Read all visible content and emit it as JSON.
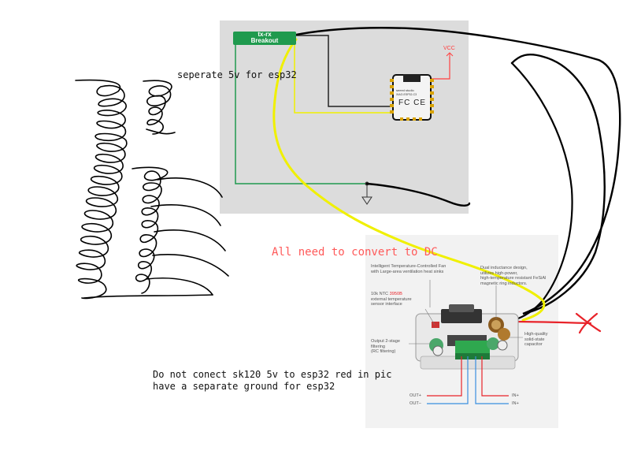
{
  "schematic": {
    "breakout_line1": "tx-rx",
    "breakout_line2": "Breakout",
    "vcc_label": "VCC",
    "module_brand": "seeed studio",
    "module_name": "XIAO-ESP32-C3",
    "module_mark": "FC CE"
  },
  "notes": {
    "separate_5v": "seperate 5v for esp32",
    "convert_dc": "All need to convert to DC",
    "warning_line1": "Do not conect sk120 5v to esp32  red in pic",
    "warning_line2": "have a separate ground for esp32"
  },
  "product": {
    "fan_label_1": "Intelligent Temperature-Controlled Fan",
    "fan_label_2": "with Large-area ventilation heat sinks",
    "inductor_label_1": "Dual inductance design,",
    "inductor_label_2": "utilizes high-power,",
    "inductor_label_3": "high-temperature resistant FeSiAl",
    "inductor_label_4": "magnetic ring inductors.",
    "ntc_label_1_prefix": "10k NTC",
    "ntc_label_1_value": "3950B",
    "ntc_label_2": "external temperature",
    "ntc_label_3": "sensor interface",
    "filter_label_1": "Output 2-stage",
    "filter_label_2": "filtering",
    "filter_label_3": "(RC filtering)",
    "capacitor_label_1": "High-quality",
    "capacitor_label_2": "solid-state",
    "capacitor_label_3": "capacitor",
    "out_plus": "OUT+",
    "out_minus": "OUT−",
    "in_plus": "IN+",
    "in_minus": "IN+"
  },
  "colors": {
    "yellow_wire": "#f0f000",
    "red_wire": "#e8232a",
    "green_wire": "#1f9a4e",
    "black_ink": "#000000",
    "red_note": "#ff5a5a"
  }
}
